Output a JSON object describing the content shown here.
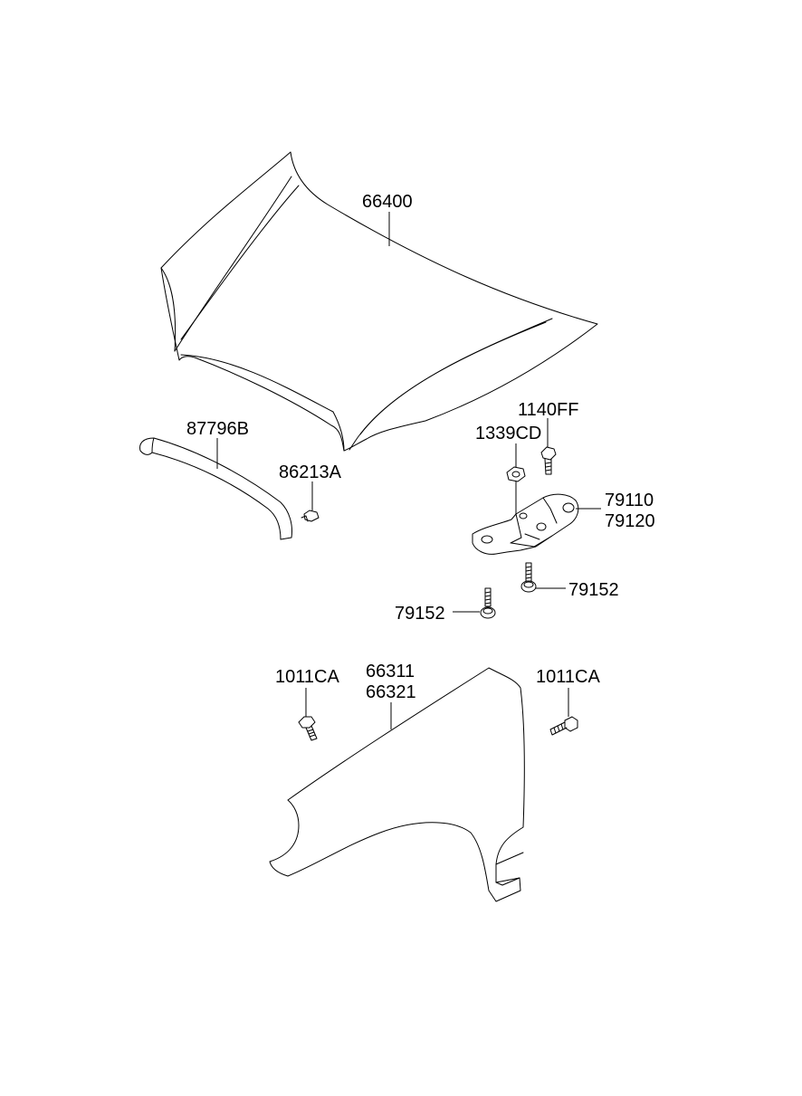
{
  "labels": {
    "hood": "66400",
    "hood_seal": "87796B",
    "clip": "86213A",
    "nut": "1339CD",
    "bolt_top": "1140FF",
    "hinge_a": "79110",
    "hinge_b": "79120",
    "hinge_bolt_right": "79152",
    "hinge_bolt_left": "79152",
    "fender_bolt_left": "1011CA",
    "fender_a": "66311",
    "fender_b": "66321",
    "fender_bolt_right": "1011CA"
  }
}
